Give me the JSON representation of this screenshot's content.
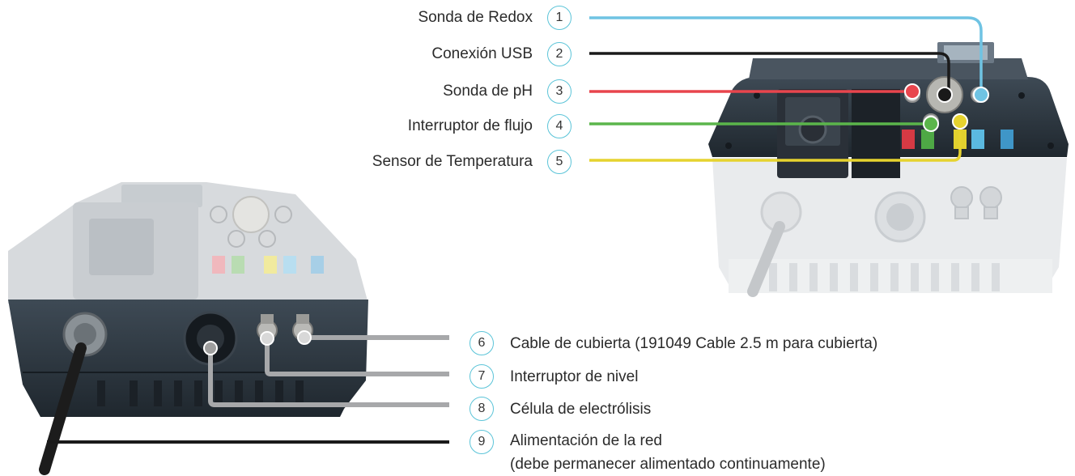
{
  "colors": {
    "redox": "#6fc3e3",
    "usb": "#1a1a1a",
    "ph": "#e8454d",
    "flow": "#5bb54b",
    "temperature": "#e6d32f",
    "grey_lines": "#a7a8aa",
    "black_line": "#1a1a1a",
    "badge_border": "#5bc4d8"
  },
  "top_connectors": [
    {
      "num": "1",
      "label": "Sonda de Redox",
      "color": "#6fc3e3"
    },
    {
      "num": "2",
      "label": "Conexión USB",
      "color": "#1a1a1a"
    },
    {
      "num": "3",
      "label": "Sonda de pH",
      "color": "#e8454d"
    },
    {
      "num": "4",
      "label": "Interruptor de flujo",
      "color": "#5bb54b"
    },
    {
      "num": "5",
      "label": "Sensor de Temperatura",
      "color": "#e6d32f"
    }
  ],
  "bottom_connectors": [
    {
      "num": "6",
      "label": "Cable de cubierta (191049 Cable 2.5 m para cubierta)"
    },
    {
      "num": "7",
      "label": "Interruptor de nivel"
    },
    {
      "num": "8",
      "label": "Célula de electrólisis"
    },
    {
      "num": "9",
      "label": "Alimentación de la red",
      "sublabel": "(debe permanecer alimentado continuamente)"
    }
  ]
}
